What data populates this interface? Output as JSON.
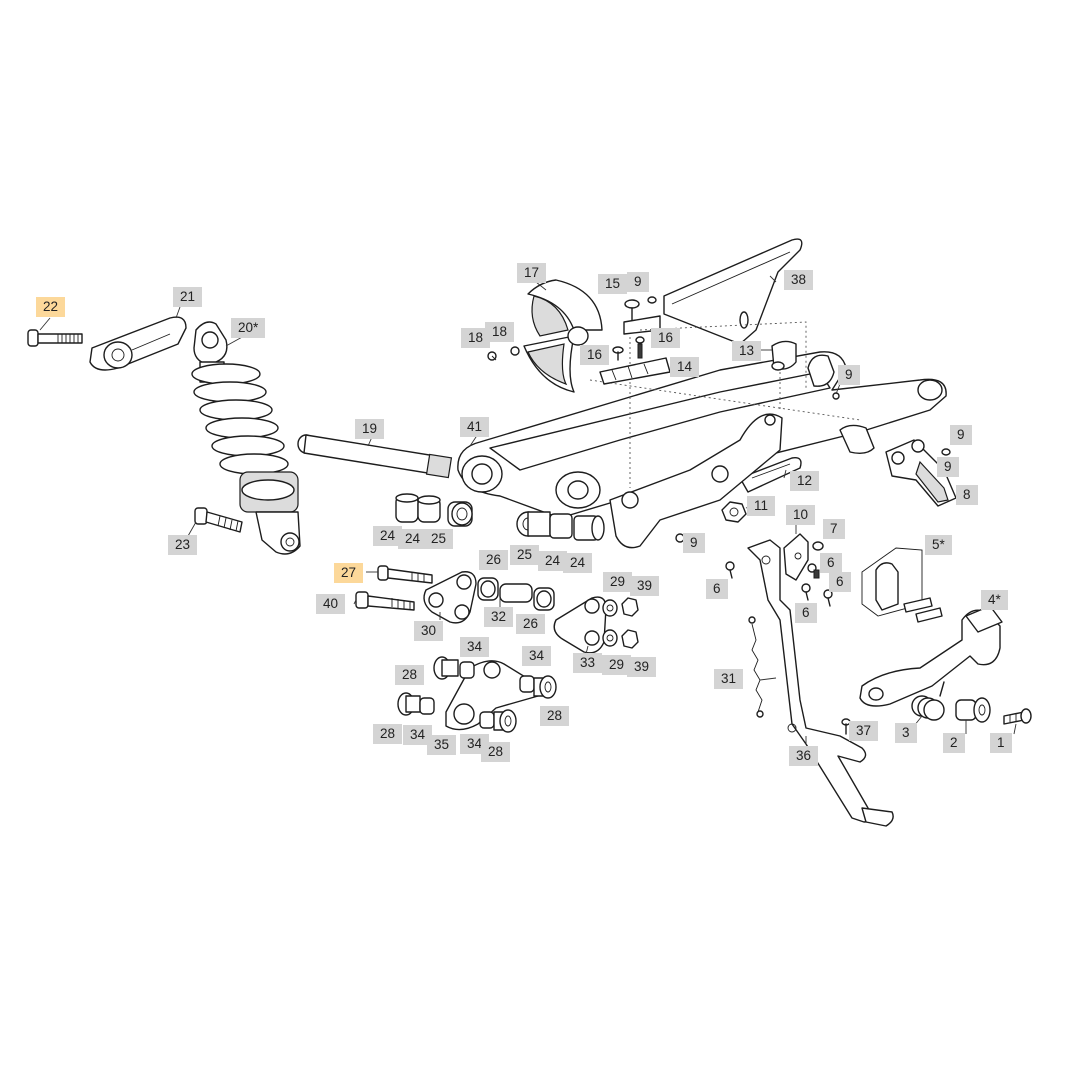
{
  "diagram": {
    "highlight_color": "#fcd89a",
    "label_color": "#d4d4d4",
    "labels": [
      {
        "id": "22",
        "text": "22",
        "highlight": true
      },
      {
        "id": "21",
        "text": "21",
        "highlight": false
      },
      {
        "id": "20",
        "text": "20*",
        "highlight": false
      },
      {
        "id": "23",
        "text": "23",
        "highlight": false
      },
      {
        "id": "19",
        "text": "19",
        "highlight": false
      },
      {
        "id": "41",
        "text": "41",
        "highlight": false
      },
      {
        "id": "17",
        "text": "17",
        "highlight": false
      },
      {
        "id": "18a",
        "text": "18",
        "highlight": false
      },
      {
        "id": "18b",
        "text": "18",
        "highlight": false
      },
      {
        "id": "15",
        "text": "15",
        "highlight": false
      },
      {
        "id": "9a",
        "text": "9",
        "highlight": false
      },
      {
        "id": "38",
        "text": "38",
        "highlight": false
      },
      {
        "id": "16a",
        "text": "16",
        "highlight": false
      },
      {
        "id": "16b",
        "text": "16",
        "highlight": false
      },
      {
        "id": "13",
        "text": "13",
        "highlight": false
      },
      {
        "id": "14",
        "text": "14",
        "highlight": false
      },
      {
        "id": "9b",
        "text": "9",
        "highlight": false
      },
      {
        "id": "9c",
        "text": "9",
        "highlight": false
      },
      {
        "id": "9d",
        "text": "9",
        "highlight": false
      },
      {
        "id": "8",
        "text": "8",
        "highlight": false
      },
      {
        "id": "12",
        "text": "12",
        "highlight": false
      },
      {
        "id": "11",
        "text": "11",
        "highlight": false
      },
      {
        "id": "9e",
        "text": "9",
        "highlight": false
      },
      {
        "id": "24a",
        "text": "24",
        "highlight": false
      },
      {
        "id": "24b",
        "text": "24",
        "highlight": false
      },
      {
        "id": "25a",
        "text": "25",
        "highlight": false
      },
      {
        "id": "25b",
        "text": "25",
        "highlight": false
      },
      {
        "id": "24c",
        "text": "24",
        "highlight": false
      },
      {
        "id": "24d",
        "text": "24",
        "highlight": false
      },
      {
        "id": "27",
        "text": "27",
        "highlight": true
      },
      {
        "id": "26a",
        "text": "26",
        "highlight": false
      },
      {
        "id": "40",
        "text": "40",
        "highlight": false
      },
      {
        "id": "30",
        "text": "30",
        "highlight": false
      },
      {
        "id": "32",
        "text": "32",
        "highlight": false
      },
      {
        "id": "26b",
        "text": "26",
        "highlight": false
      },
      {
        "id": "29a",
        "text": "29",
        "highlight": false
      },
      {
        "id": "39a",
        "text": "39",
        "highlight": false
      },
      {
        "id": "33",
        "text": "33",
        "highlight": false
      },
      {
        "id": "29b",
        "text": "29",
        "highlight": false
      },
      {
        "id": "39b",
        "text": "39",
        "highlight": false
      },
      {
        "id": "34a",
        "text": "34",
        "highlight": false
      },
      {
        "id": "34b",
        "text": "34",
        "highlight": false
      },
      {
        "id": "28a",
        "text": "28",
        "highlight": false
      },
      {
        "id": "28b",
        "text": "28",
        "highlight": false
      },
      {
        "id": "28c",
        "text": "28",
        "highlight": false
      },
      {
        "id": "34c",
        "text": "34",
        "highlight": false
      },
      {
        "id": "35",
        "text": "35",
        "highlight": false
      },
      {
        "id": "34d",
        "text": "34",
        "highlight": false
      },
      {
        "id": "28d",
        "text": "28",
        "highlight": false
      },
      {
        "id": "10",
        "text": "10",
        "highlight": false
      },
      {
        "id": "7",
        "text": "7",
        "highlight": false
      },
      {
        "id": "6a",
        "text": "6",
        "highlight": false
      },
      {
        "id": "6b",
        "text": "6",
        "highlight": false
      },
      {
        "id": "6c",
        "text": "6",
        "highlight": false
      },
      {
        "id": "6d",
        "text": "6",
        "highlight": false
      },
      {
        "id": "5",
        "text": "5*",
        "highlight": false
      },
      {
        "id": "4",
        "text": "4*",
        "highlight": false
      },
      {
        "id": "31",
        "text": "31",
        "highlight": false
      },
      {
        "id": "37",
        "text": "37",
        "highlight": false
      },
      {
        "id": "36",
        "text": "36",
        "highlight": false
      },
      {
        "id": "3",
        "text": "3",
        "highlight": false
      },
      {
        "id": "2",
        "text": "2",
        "highlight": false
      },
      {
        "id": "1",
        "text": "1",
        "highlight": false
      }
    ]
  }
}
